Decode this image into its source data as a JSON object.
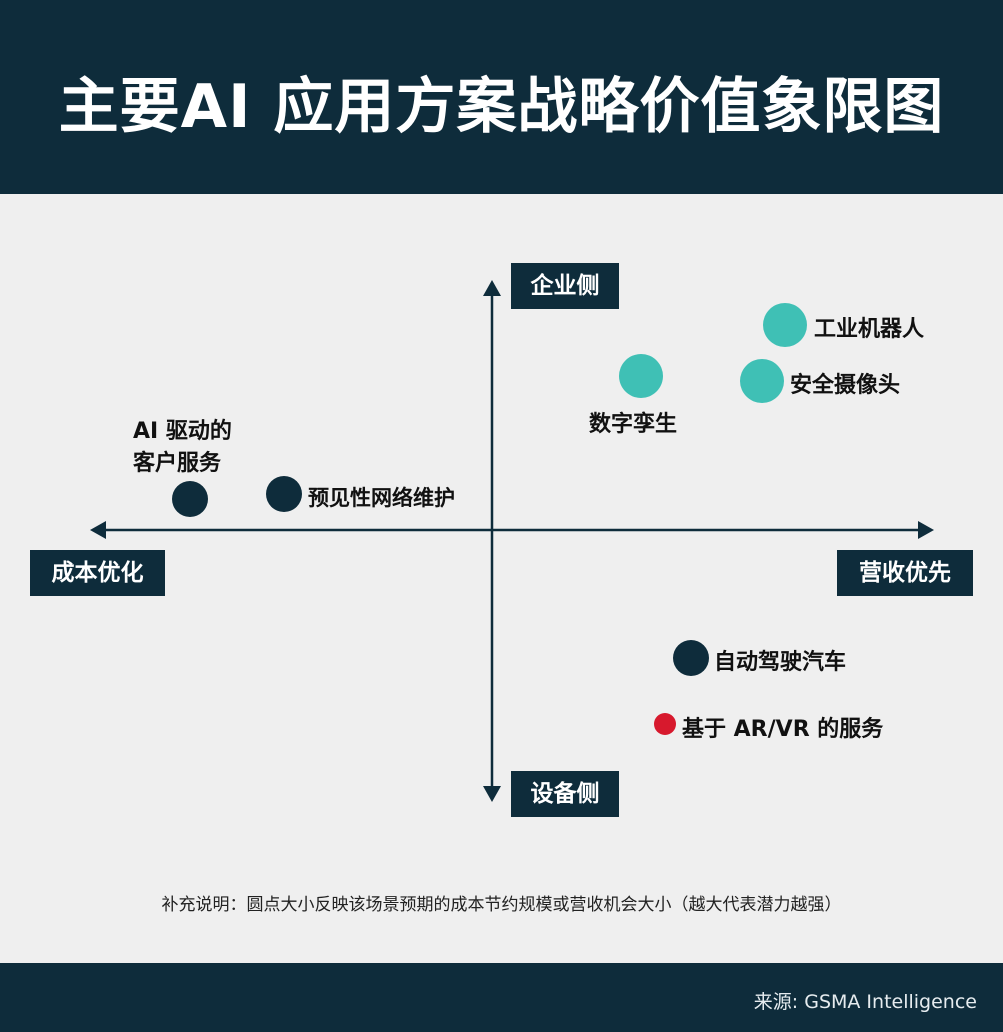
{
  "header": {
    "title": "主要AI 应用方案战略价值象限图"
  },
  "axes": {
    "top": "企业侧",
    "bottom": "设备侧",
    "left": "成本优化",
    "right": "营收优先"
  },
  "points": {
    "industrial_robot": "工业机器人",
    "security_camera": "安全摄像头",
    "digital_twin": "数字孪生",
    "ai_customer_service_line1": "AI 驱动的",
    "ai_customer_service_line2": "客户服务",
    "predictive_maintenance": "预见性网络维护",
    "autonomous_driving": "自动驾驶汽车",
    "arvr_services": "基于 AR/VR 的服务"
  },
  "colors": {
    "navy": "#0e2c3b",
    "teal": "#3fc0b5",
    "red": "#d7192d",
    "background": "#efefef"
  },
  "note": "补充说明：圆点大小反映该场景预期的成本节约规模或营收机会大小（越大代表潜力越强）",
  "footer": {
    "source": "来源: GSMA Intelligence"
  }
}
